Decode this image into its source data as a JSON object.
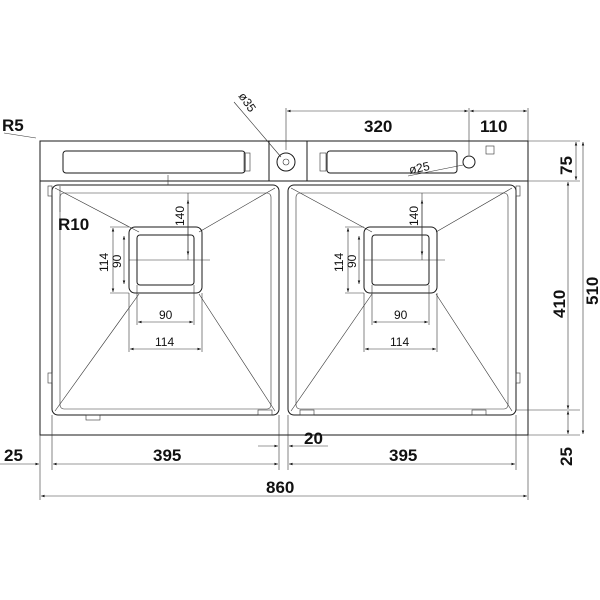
{
  "dimensions": {
    "r5": "R5",
    "r10": "R10",
    "d35": "ø35",
    "d25": "ø25",
    "w320": "320",
    "w110": "110",
    "h75": "75",
    "h410": "410",
    "h510": "510",
    "h25": "25",
    "w25": "25",
    "w395_left": "395",
    "w20": "20",
    "w395_right": "395",
    "w860": "860",
    "left_drain": {
      "h140": "140",
      "h114": "114",
      "h90": "90",
      "w90": "90",
      "w114": "114"
    },
    "right_drain": {
      "h140": "140",
      "h114": "114",
      "h90": "90",
      "w90": "90",
      "w114": "114"
    }
  },
  "colors": {
    "line": "#1a1a1a",
    "background": "#ffffff"
  }
}
